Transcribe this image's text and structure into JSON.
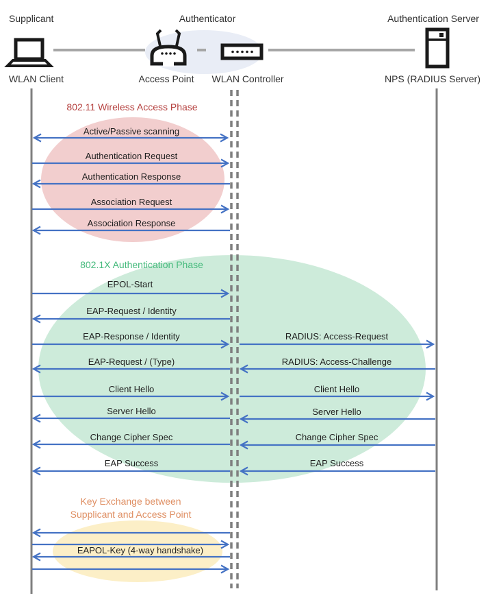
{
  "actors": {
    "supplicant": {
      "role": "Supplicant",
      "node": "WLAN Client"
    },
    "authenticator": {
      "role": "Authenticator",
      "node_ap": "Access Point",
      "node_wlc": "WLAN Controller"
    },
    "auth_server": {
      "role": "Authentication Server",
      "node": "NPS (RADIUS Server)"
    }
  },
  "phases": {
    "wireless_access": {
      "title": "802.11 Wireless Access Phase",
      "color": "#B5413F"
    },
    "dot1x_auth": {
      "title": "802.1X Authentication Phase",
      "color": "#45BA7C"
    },
    "key_exchange": {
      "title_line1": "Key Exchange between",
      "title_line2": "Supplicant and Access Point",
      "color": "#DF8F63"
    }
  },
  "messages": {
    "scanning": "Active/Passive scanning",
    "auth_request": "Authentication Request",
    "auth_response": "Authentication Response",
    "assoc_request": "Association Request",
    "assoc_response": "Association Response",
    "epol_start": "EPOL-Start",
    "eap_request_identity": "EAP-Request / Identity",
    "eap_response_identity": "EAP-Response / Identity",
    "radius_access_request": "RADIUS: Access-Request",
    "eap_request_type": "EAP-Request / (Type)",
    "radius_access_challenge": "RADIUS: Access-Challenge",
    "client_hello_left": "Client Hello",
    "client_hello_right": "Client Hello",
    "server_hello_left": "Server Hello",
    "server_hello_right": "Server Hello",
    "change_cipher_left": "Change Cipher Spec",
    "change_cipher_right": "Change Cipher Spec",
    "eap_success_left": "EAP Success",
    "eap_success_right": "EAP Success",
    "eapol_key": "EAPOL-Key (4-way handshake)"
  },
  "colors": {
    "arrow": "#4472C4",
    "lifeline": "#7F7F7F",
    "connector": "#A6A6A6",
    "icon": "#1a1a1a",
    "phase1_fill": "#F2CECE",
    "phase2_fill": "#CDEBDA",
    "phase3_fill": "#FCEFC7",
    "authenticator_fill": "#E9EDF6"
  }
}
